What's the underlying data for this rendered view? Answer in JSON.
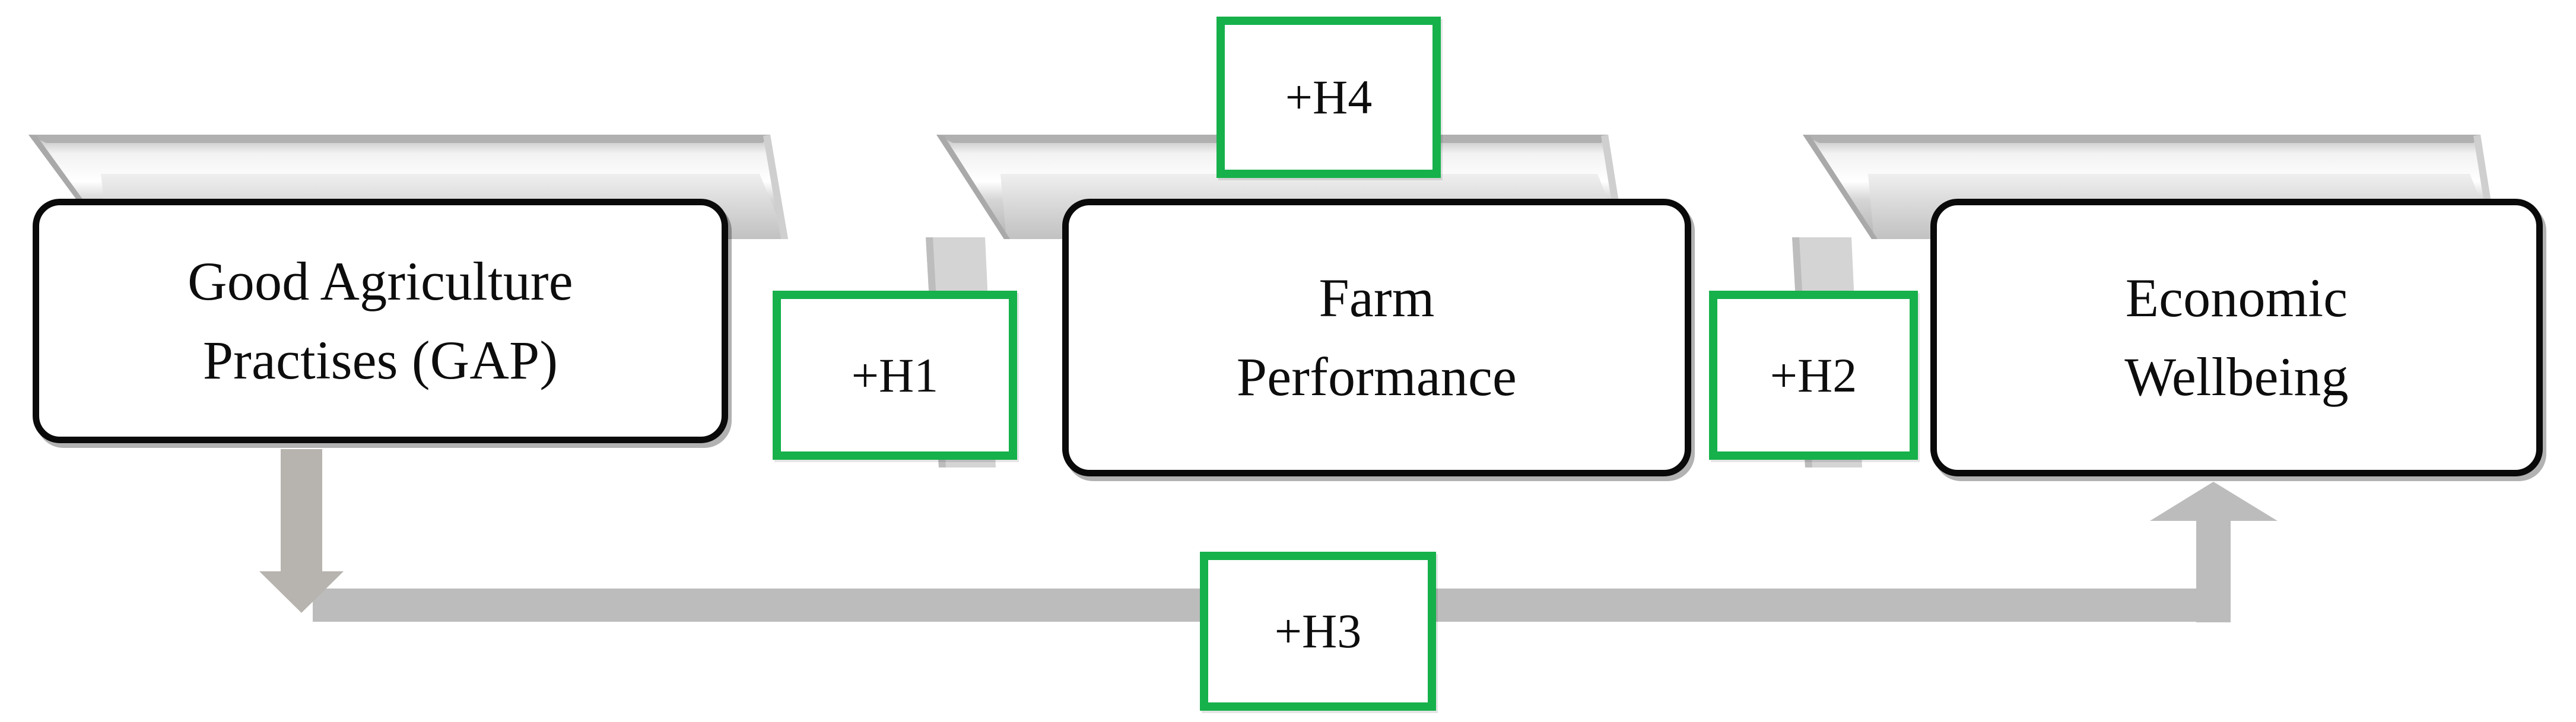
{
  "diagram": {
    "title": "Conceptual research framework linking Good Agriculture Practises, Farm Performance and Economic Wellbeing",
    "accent_green": "#16b14b",
    "box_outline": "#0a0a0a",
    "arrow_gray": "#bcbcbc",
    "ribbon_gray": "#c9c9c9",
    "background": "#ffffff"
  },
  "nodes": [
    {
      "id": "gap",
      "label": "Good Agriculture\nPractises (GAP)"
    },
    {
      "id": "farm",
      "label": "Farm\nPerformance"
    },
    {
      "id": "econ",
      "label": "Economic\nWellbeing"
    }
  ],
  "hypotheses": [
    {
      "id": "h1",
      "label": "+H1",
      "from": "gap",
      "to": "farm"
    },
    {
      "id": "h2",
      "label": "+H2",
      "from": "farm",
      "to": "econ"
    },
    {
      "id": "h3",
      "label": "+H3",
      "from": "gap",
      "to": "econ"
    },
    {
      "id": "h4",
      "label": "+H4",
      "from": "farm",
      "to": "farm"
    }
  ],
  "icons": {
    "down_arrow": "arrow-down-icon",
    "up_arrow": "arrow-up-icon",
    "connector": "horizontal-connector-icon"
  }
}
